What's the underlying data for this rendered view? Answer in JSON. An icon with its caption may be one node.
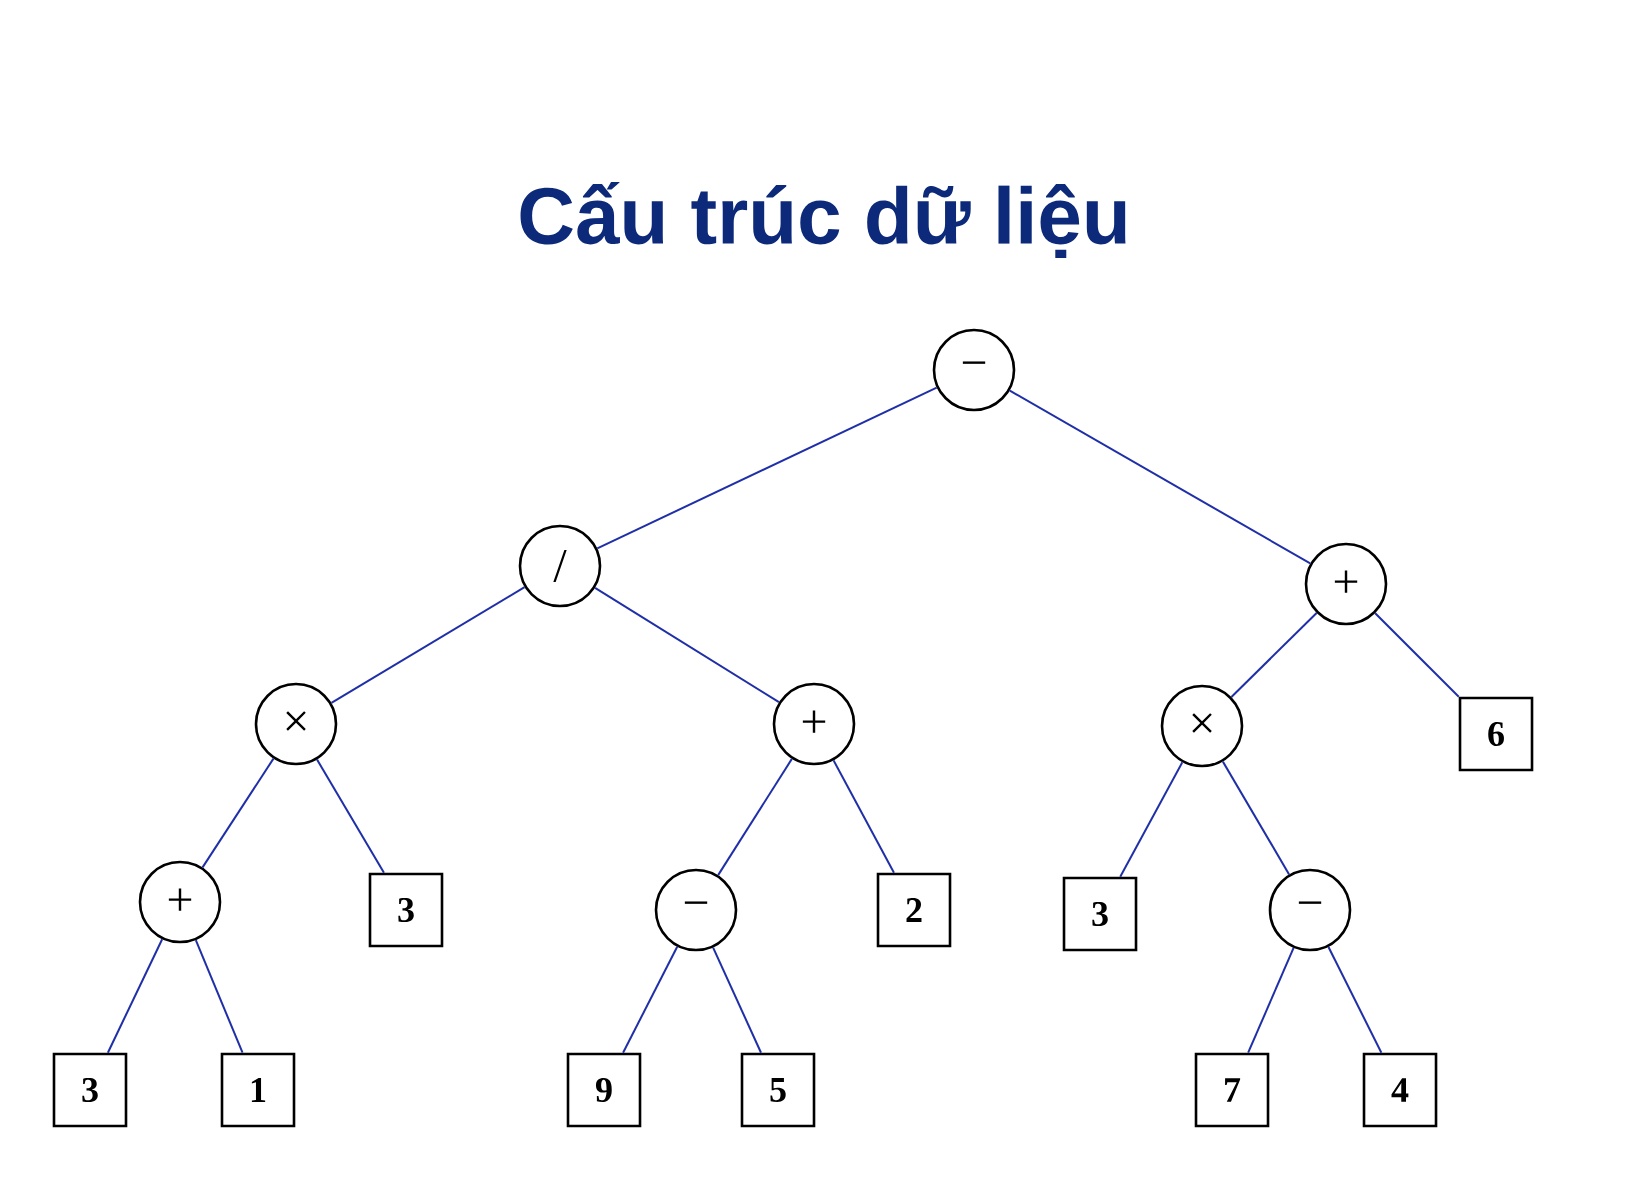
{
  "diagram": {
    "title": "Cấu trúc dữ liệu",
    "nodes": [
      {
        "text": [
          "−"
        ]
      },
      {
        "text": [
          "/"
        ]
      },
      {
        "text": [
          "+"
        ]
      },
      {
        "text": [
          "×"
        ]
      },
      {
        "text": [
          "+"
        ]
      },
      {
        "text": [
          "×"
        ]
      },
      {
        "text": [
          "6"
        ]
      },
      {
        "text": [
          "+"
        ]
      },
      {
        "text": [
          "3"
        ]
      },
      {
        "text": [
          "−"
        ]
      },
      {
        "text": [
          "2"
        ]
      },
      {
        "text": [
          "3"
        ]
      },
      {
        "text": [
          "−"
        ]
      },
      {
        "text": [
          "3"
        ]
      },
      {
        "text": [
          "1"
        ]
      },
      {
        "text": [
          "9"
        ]
      },
      {
        "text": [
          "5"
        ]
      },
      {
        "text": [
          "7"
        ]
      },
      {
        "text": [
          "4"
        ]
      }
    ],
    "edges": [
      {
        "from": 0,
        "to": 1,
        "arrow": "none"
      },
      {
        "from": 0,
        "to": 2,
        "arrow": "none"
      },
      {
        "from": 1,
        "to": 3,
        "arrow": "none"
      },
      {
        "from": 1,
        "to": 4,
        "arrow": "none"
      },
      {
        "from": 2,
        "to": 5,
        "arrow": "none"
      },
      {
        "from": 2,
        "to": 6,
        "arrow": "none"
      },
      {
        "from": 3,
        "to": 7,
        "arrow": "none"
      },
      {
        "from": 3,
        "to": 8,
        "arrow": "none"
      },
      {
        "from": 4,
        "to": 9,
        "arrow": "none"
      },
      {
        "from": 4,
        "to": 10,
        "arrow": "none"
      },
      {
        "from": 5,
        "to": 11,
        "arrow": "none"
      },
      {
        "from": 5,
        "to": 12,
        "arrow": "none"
      },
      {
        "from": 7,
        "to": 13,
        "arrow": "none"
      },
      {
        "from": 7,
        "to": 14,
        "arrow": "none"
      },
      {
        "from": 9,
        "to": 15,
        "arrow": "none"
      },
      {
        "from": 9,
        "to": 16,
        "arrow": "none"
      },
      {
        "from": 12,
        "to": 17,
        "arrow": "none"
      },
      {
        "from": 12,
        "to": 18,
        "arrow": "none"
      }
    ]
  }
}
